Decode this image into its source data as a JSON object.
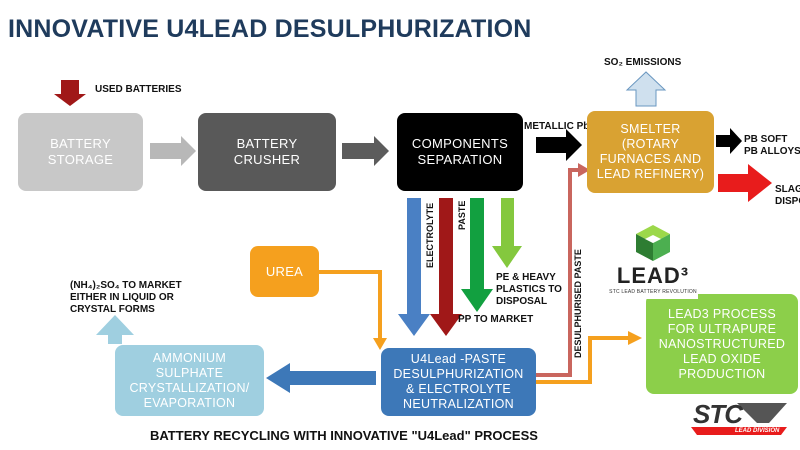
{
  "title": "INNOVATIVE U4LEAD DESULPHURIZATION",
  "labels": {
    "used_batteries": "USED BATTERIES",
    "so2_emissions": "SO₂ EMISSIONS",
    "metallic_pb": "METALLIC Pb",
    "pb_soft": "PB SOFT",
    "pb_alloys": "PB ALLOYS",
    "slag_line1": "SLAG",
    "slag_line2": "DISPO",
    "electrolyte": "ELECTROLYTE",
    "paste": "PASTE",
    "pe_line1": "PE & HEAVY",
    "pe_line2": "PLASTICS TO",
    "pe_line3": "DISPOSAL",
    "pp_to_market": "PP TO MARKET",
    "desulphurised_paste": "DESULPHURISED PASTE",
    "nh4_line1": "(NH₄)₂SO₄ TO MARKET",
    "nh4_line2": "EITHER IN LIQUID OR",
    "nh4_line3": "CRYSTAL FORMS"
  },
  "boxes": {
    "battery_storage": [
      "BATTERY",
      "STORAGE"
    ],
    "battery_crusher": [
      "BATTERY",
      "CRUSHER"
    ],
    "components_separation": [
      "COMPONENTS",
      "SEPARATION"
    ],
    "smelter": [
      "SMELTER",
      "(ROTARY",
      "FURNACES AND",
      "LEAD REFINERY)"
    ],
    "urea": [
      "UREA"
    ],
    "u4lead": [
      "U4Lead -PASTE",
      "DESULPHURIZATION",
      "& ELECTROLYTE",
      "NEUTRALIZATION"
    ],
    "ammonium": [
      "AMMONIUM",
      "SULPHATE",
      "CRYSTALLIZATION/",
      "EVAPORATION"
    ],
    "lead3": [
      "LEAD3 PROCESS",
      "FOR ULTRAPURE",
      "NANOSTRUCTURED",
      "LEAD OXIDE",
      "PRODUCTION"
    ]
  },
  "logo": {
    "name": "LEAD³",
    "tagline": "STC LEAD BATTERY REVOLUTION"
  },
  "footer": {
    "caption": "BATTERY RECYCLING WITH INNOVATIVE \"U4Lead\" PROCESS",
    "brand": "STC",
    "division": "LEAD DIVISION"
  },
  "colors": {
    "title": "#1f3b5c",
    "storage": "#c8c8c8",
    "crusher": "#595959",
    "separation": "#000000",
    "smelter": "#d9a232",
    "urea": "#f5a01e",
    "u4lead": "#3d78b8",
    "ammonium": "#9fcfe0",
    "lead3": "#8ccf4a",
    "electrolyte_arrow": "#4a80c4",
    "paste_arrow": "#a01818",
    "pp_arrow": "#12a040",
    "pe_arrow": "#84c83e",
    "red_arrow": "#e81c1c"
  }
}
